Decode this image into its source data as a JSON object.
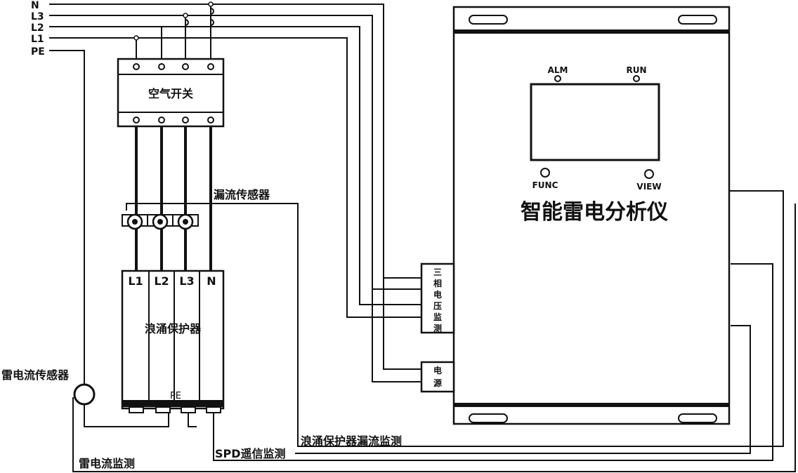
{
  "lines": {
    "n": "N",
    "l3": "L3",
    "l2": "L2",
    "l1": "L1",
    "pe": "PE"
  },
  "breaker": {
    "label": "空气开关"
  },
  "leakage_sensor": {
    "label": "漏流传感器"
  },
  "spd": {
    "label": "浪涌保护器",
    "terminals": [
      "L1",
      "L2",
      "L3",
      "N"
    ],
    "pe_label": "PE"
  },
  "lightning_sensor": {
    "label": "雷电流传感器"
  },
  "analyzer": {
    "title": "智能雷电分析仪",
    "alm": "ALM",
    "run": "RUN",
    "func": "FUNC",
    "view": "VIEW",
    "voltage_port": [
      "三",
      "相",
      "电",
      "压",
      "监",
      "测"
    ],
    "power_port": [
      "电",
      "源"
    ]
  },
  "bottom_labels": {
    "spd_leak": "浪涌保护器漏流监测",
    "spd_remote": "SPD遥信监测",
    "lightning": "雷电流监测"
  }
}
